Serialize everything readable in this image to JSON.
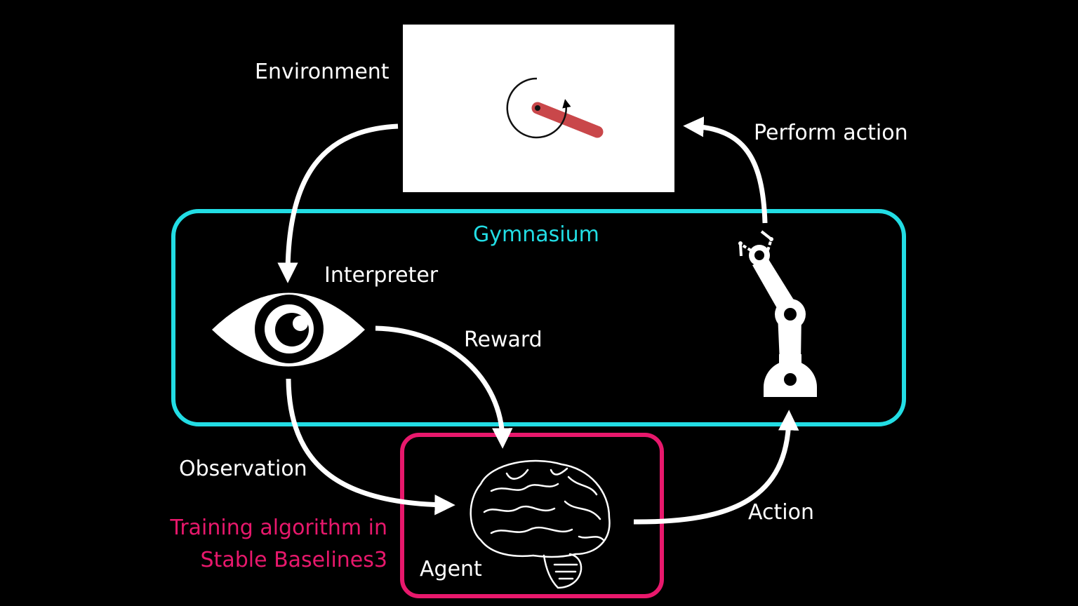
{
  "labels": {
    "environment": "Environment",
    "perform_action": "Perform action",
    "gymnasium": "Gymnasium",
    "interpreter": "Interpreter",
    "reward": "Reward",
    "observation": "Observation",
    "action": "Action",
    "agent": "Agent",
    "training_line1": "Training algorithm in",
    "training_line2": "Stable Baselines3"
  },
  "colors": {
    "background": "#000000",
    "gymnasium_border": "#22dde4",
    "agent_border": "#e8186c",
    "pendulum": "#c9474a",
    "arrows": "#ffffff"
  },
  "icons": [
    "pendulum-icon",
    "eye-icon",
    "robot-arm-icon",
    "brain-icon"
  ]
}
